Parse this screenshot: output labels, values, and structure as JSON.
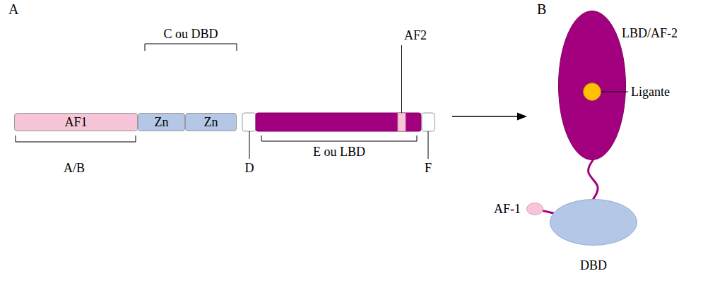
{
  "diagram": {
    "nodes": [
      {
        "text": [
          "AF1"
        ]
      },
      {
        "text": [
          "Zn"
        ]
      },
      {
        "text": [
          "Zn"
        ]
      },
      {
        "text": [
          "LBD/AF-2"
        ]
      },
      {
        "text": [
          "Ligante"
        ],
        "in": 3
      },
      {
        "text": [
          "DBD"
        ]
      },
      {
        "text": [
          "AF-1"
        ]
      }
    ],
    "edges": [
      {
        "from": 3,
        "to": 5,
        "arrow": "none"
      },
      {
        "from": 6,
        "to": 5,
        "arrow": "none"
      }
    ],
    "labels": [
      "A",
      "C ou DBD",
      "AF2",
      "A/B",
      "D",
      "E ou LBD",
      "F",
      "B"
    ]
  }
}
